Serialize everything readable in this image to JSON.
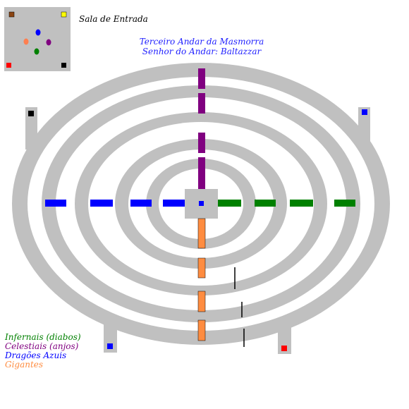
{
  "entry_room": {
    "label": "Sala de Entrada",
    "markers": [
      {
        "name": "brown",
        "color": "#8b4513"
      },
      {
        "name": "yellow",
        "color": "#ffff00"
      },
      {
        "name": "red",
        "color": "#ff0000"
      },
      {
        "name": "black",
        "color": "#000000"
      },
      {
        "name": "blue",
        "color": "#0000ff"
      },
      {
        "name": "orange",
        "color": "#ff7f50"
      },
      {
        "name": "purple",
        "color": "#800080"
      },
      {
        "name": "green",
        "color": "#008000"
      }
    ]
  },
  "title": {
    "line1": "Terceiro Andar da Masmorra",
    "line2": "Senhor do Andar: Baltazzar"
  },
  "legend": [
    {
      "label": "Infernais (diabos)",
      "color": "#008000"
    },
    {
      "label": "Celestiais (anjos)",
      "color": "#800080"
    },
    {
      "label": "Dragões Azuis",
      "color": "#0000ff"
    },
    {
      "label": "Gigantes",
      "color": "#ff8c40"
    }
  ],
  "colors": {
    "corridor": "#c0c0c0",
    "background": "#ffffff",
    "infernais": "#008000",
    "celestiais": "#800080",
    "dragoes": "#0000ff",
    "gigantes": "#ff8c40",
    "center": "#0000ff"
  },
  "corner_markers": [
    {
      "name": "black",
      "color": "#000000"
    },
    {
      "name": "blue",
      "color": "#0000ff"
    },
    {
      "name": "blue",
      "color": "#0000ff"
    },
    {
      "name": "red",
      "color": "#ff0000"
    }
  ]
}
